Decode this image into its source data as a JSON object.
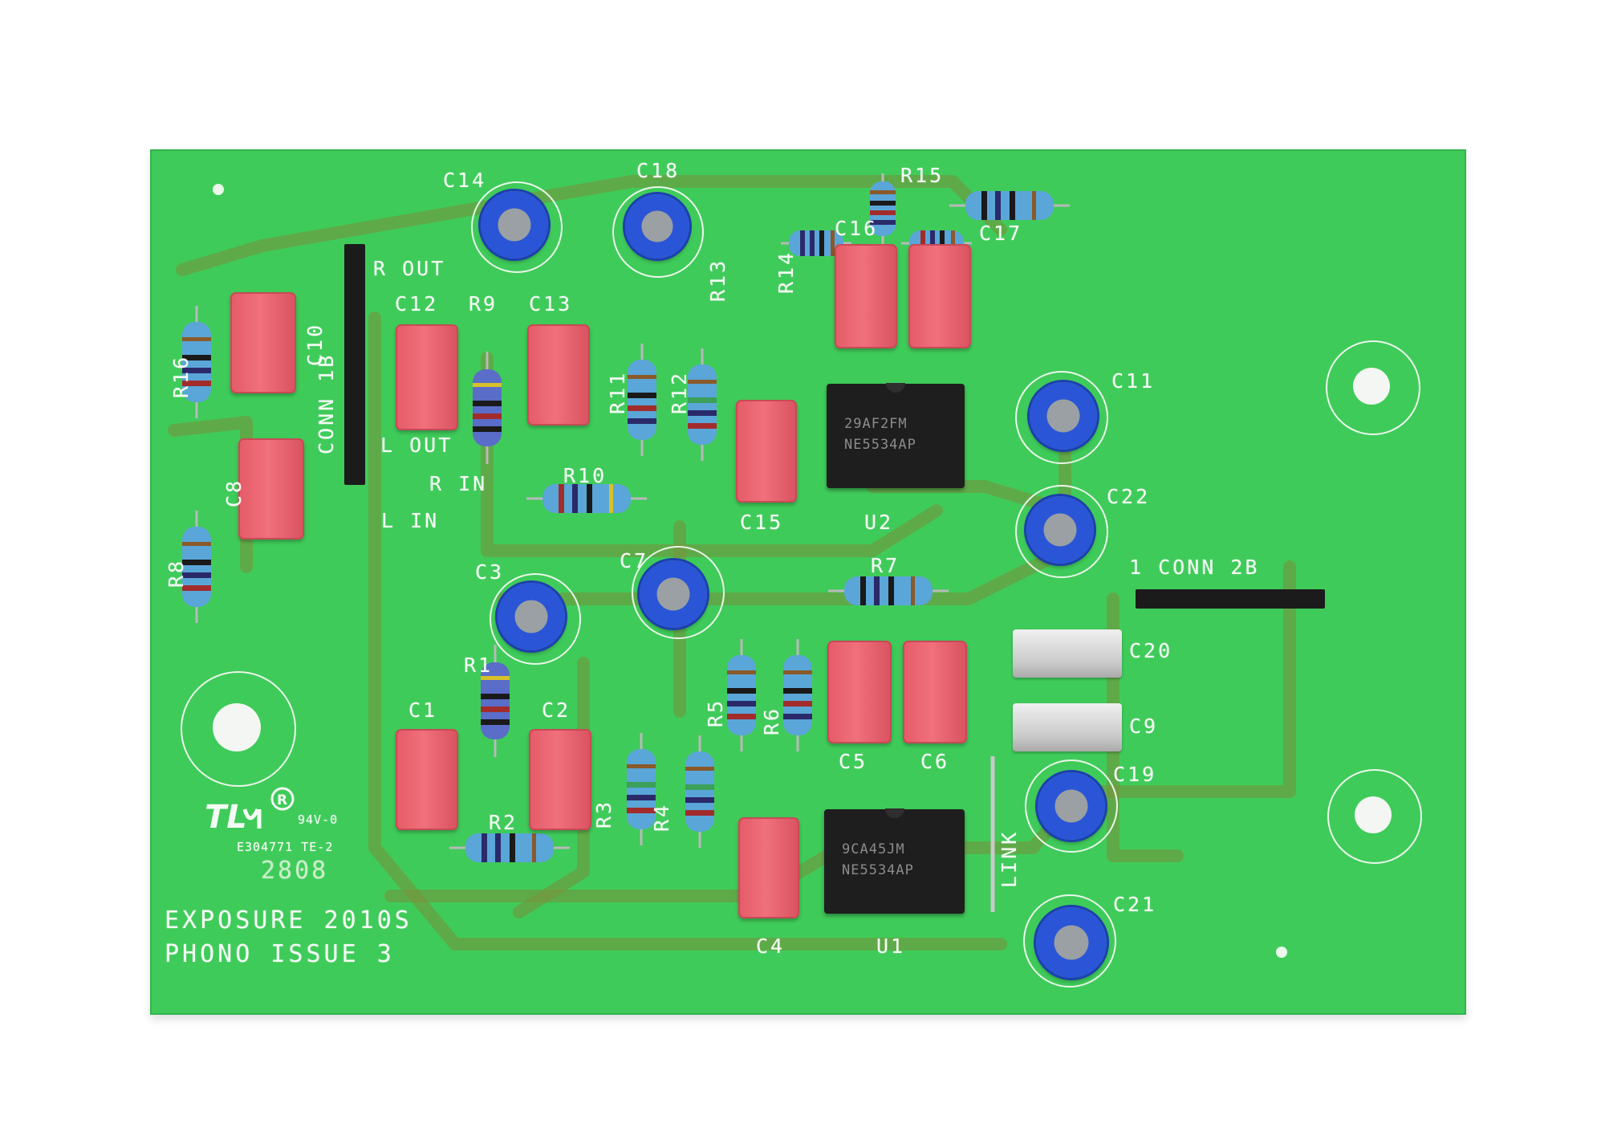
{
  "board": {
    "labels": {
      "c14": "C14",
      "c18": "C18",
      "r15": "R15",
      "c16": "C16",
      "c17": "C17",
      "r13": "R13",
      "r14": "R14",
      "r_out": "R OUT",
      "c12": "C12",
      "r9": "R9",
      "c13": "C13",
      "r16": "R16",
      "c10": "C10",
      "conn1b": "CONN 1B",
      "r11": "R11",
      "r12": "R12",
      "l_out": "L OUT",
      "c11": "C11",
      "c8": "C8",
      "r_in": "R IN",
      "l_in": "L IN",
      "r10": "R10",
      "c15": "C15",
      "u2": "U2",
      "c22": "C22",
      "r8": "R8",
      "c3": "C3",
      "c7": "C7",
      "r7": "R7",
      "conn2b": "1 CONN 2B",
      "c20": "C20",
      "r1": "R1",
      "c1": "C1",
      "c2": "C2",
      "r5": "R5",
      "r6": "R6",
      "c5": "C5",
      "c6": "C6",
      "c9": "C9",
      "c19": "C19",
      "link": "LINK",
      "r3": "R3",
      "r4": "R4",
      "r2": "R2",
      "c4": "C4",
      "u1": "U1",
      "c21": "C21",
      "ul_logo": "TL",
      "rating": "94V-0",
      "cert": "E304771 TE-2",
      "date_code": "2808",
      "product": "EXPOSURE 2010S",
      "issue": "PHONO ISSUE 3"
    },
    "chips": {
      "u2_line1": "29AF2FM",
      "u2_line2": "NE5534AP",
      "u1_line1": "9CA45JM",
      "u1_line2": "NE5534AP"
    },
    "colors": {
      "board": "#3fcb5a",
      "copper_trace": "#7a8f3a",
      "silkscreen": "#f4fbf4",
      "film_cap": "#e45b67",
      "electrolytic": "#2a55d6",
      "resistor_body": "#5aa6d8",
      "ic": "#1e1e1e",
      "header": "#1b1b1b"
    },
    "icons": [
      "ul-recognized-logo",
      "registered-mark"
    ]
  }
}
